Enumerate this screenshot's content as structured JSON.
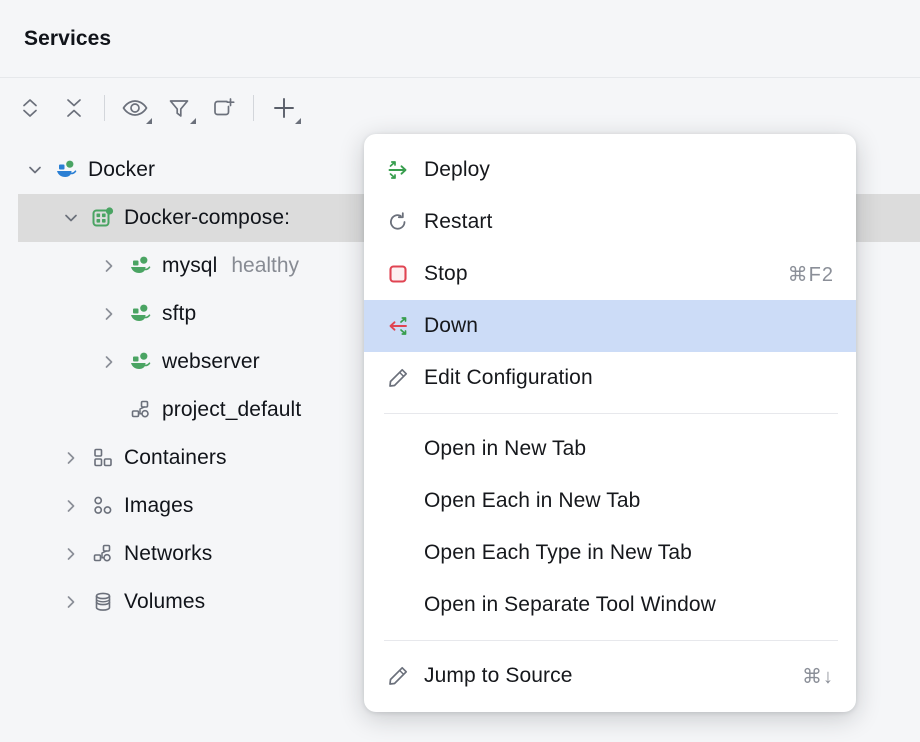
{
  "header": {
    "title": "Services"
  },
  "toolbar": {
    "buttons": [
      {
        "name": "expand-all-icon",
        "label": "Expand All",
        "dropdown": false
      },
      {
        "name": "collapse-all-icon",
        "label": "Collapse All",
        "dropdown": false
      },
      {
        "name": "separator",
        "label": "",
        "dropdown": false
      },
      {
        "name": "eye-icon",
        "label": "Show/Hide",
        "dropdown": true
      },
      {
        "name": "filter-icon",
        "label": "Filter",
        "dropdown": true
      },
      {
        "name": "open-in-new-tab-icon",
        "label": "Open in New Tab",
        "dropdown": false
      },
      {
        "name": "separator",
        "label": "",
        "dropdown": false
      },
      {
        "name": "plus-icon",
        "label": "Add",
        "dropdown": true
      }
    ]
  },
  "tree": {
    "items": [
      {
        "label": "Docker",
        "status": "",
        "indent": 0,
        "twisty": "expanded",
        "icon": "docker-whale-icon",
        "selected": false
      },
      {
        "label": "Docker-compose:",
        "status": "",
        "indent": 1,
        "twisty": "expanded",
        "icon": "compose-icon",
        "selected": true
      },
      {
        "label": "mysql",
        "status": "healthy",
        "indent": 2,
        "twisty": "collapsed",
        "icon": "docker-service-icon",
        "selected": false
      },
      {
        "label": "sftp",
        "status": "",
        "indent": 2,
        "twisty": "collapsed",
        "icon": "docker-service-icon",
        "selected": false
      },
      {
        "label": "webserver",
        "status": "",
        "indent": 2,
        "twisty": "collapsed",
        "icon": "docker-service-icon",
        "selected": false
      },
      {
        "label": "project_default",
        "status": "",
        "indent": 2,
        "twisty": "none",
        "icon": "network-icon",
        "selected": false
      },
      {
        "label": "Containers",
        "status": "",
        "indent": 1,
        "twisty": "collapsed",
        "icon": "containers-icon",
        "selected": false
      },
      {
        "label": "Images",
        "status": "",
        "indent": 1,
        "twisty": "collapsed",
        "icon": "images-icon",
        "selected": false
      },
      {
        "label": "Networks",
        "status": "",
        "indent": 1,
        "twisty": "collapsed",
        "icon": "network-icon",
        "selected": false
      },
      {
        "label": "Volumes",
        "status": "",
        "indent": 1,
        "twisty": "collapsed",
        "icon": "volumes-icon",
        "selected": false
      }
    ]
  },
  "context_menu": {
    "items": [
      {
        "label": "Deploy",
        "shortcut": "",
        "icon": "deploy-icon",
        "highlighted": false,
        "type": "item"
      },
      {
        "label": "Restart",
        "shortcut": "",
        "icon": "restart-icon",
        "highlighted": false,
        "type": "item"
      },
      {
        "label": "Stop",
        "shortcut": "⌘F2",
        "icon": "stop-icon",
        "highlighted": false,
        "type": "item"
      },
      {
        "label": "Down",
        "shortcut": "",
        "icon": "down-icon",
        "highlighted": true,
        "type": "item"
      },
      {
        "label": "Edit Configuration",
        "shortcut": "",
        "icon": "pencil-icon",
        "highlighted": false,
        "type": "item"
      },
      {
        "label": "",
        "shortcut": "",
        "icon": "",
        "highlighted": false,
        "type": "separator"
      },
      {
        "label": "Open in New Tab",
        "shortcut": "",
        "icon": "",
        "highlighted": false,
        "type": "item"
      },
      {
        "label": "Open Each in New Tab",
        "shortcut": "",
        "icon": "",
        "highlighted": false,
        "type": "item"
      },
      {
        "label": "Open Each Type in New Tab",
        "shortcut": "",
        "icon": "",
        "highlighted": false,
        "type": "item"
      },
      {
        "label": "Open in Separate Tool Window",
        "shortcut": "",
        "icon": "",
        "highlighted": false,
        "type": "item"
      },
      {
        "label": "",
        "shortcut": "",
        "icon": "",
        "highlighted": false,
        "type": "separator"
      },
      {
        "label": "Jump to Source",
        "shortcut": "⌘↓",
        "icon": "pencil-icon",
        "highlighted": false,
        "type": "item"
      }
    ]
  },
  "colors": {
    "background": "#f5f6f8",
    "menu_background": "#ffffff",
    "menu_highlight": "#ccdcf7",
    "tree_selection": "#dcdcdc",
    "docker_blue": "#2a7fd4",
    "service_green": "#4aa463",
    "deploy_green": "#389e4e",
    "stop_red": "#e04452",
    "status_gray": "#878b93"
  }
}
